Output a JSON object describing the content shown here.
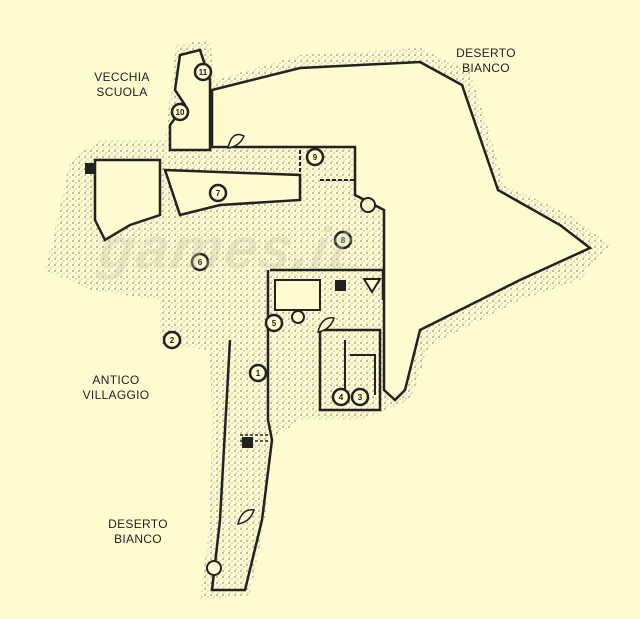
{
  "labels": {
    "vecchia_scuola": "VECCHIA SCUOLA",
    "deserto_bianco_top": "DESERTO BIANCO",
    "antico_villaggio": "ANTICO VILLAGGIO",
    "deserto_bianco_bottom": "DESERTO BIANCO"
  },
  "markers": [
    {
      "id": "marker-1",
      "label": "1"
    },
    {
      "id": "marker-2",
      "label": "2"
    },
    {
      "id": "marker-3",
      "label": "3"
    },
    {
      "id": "marker-4",
      "label": "4"
    },
    {
      "id": "marker-5",
      "label": "5"
    },
    {
      "id": "marker-6",
      "label": "6"
    },
    {
      "id": "marker-7",
      "label": "7"
    },
    {
      "id": "marker-8",
      "label": "8"
    },
    {
      "id": "marker-9",
      "label": "9"
    },
    {
      "id": "marker-10",
      "label": "10"
    },
    {
      "id": "marker-11",
      "label": "11"
    }
  ],
  "watermark": "games.it",
  "colors": {
    "background": "#fdfbcf",
    "ink": "#222222",
    "stipple": "#8a8a80"
  }
}
